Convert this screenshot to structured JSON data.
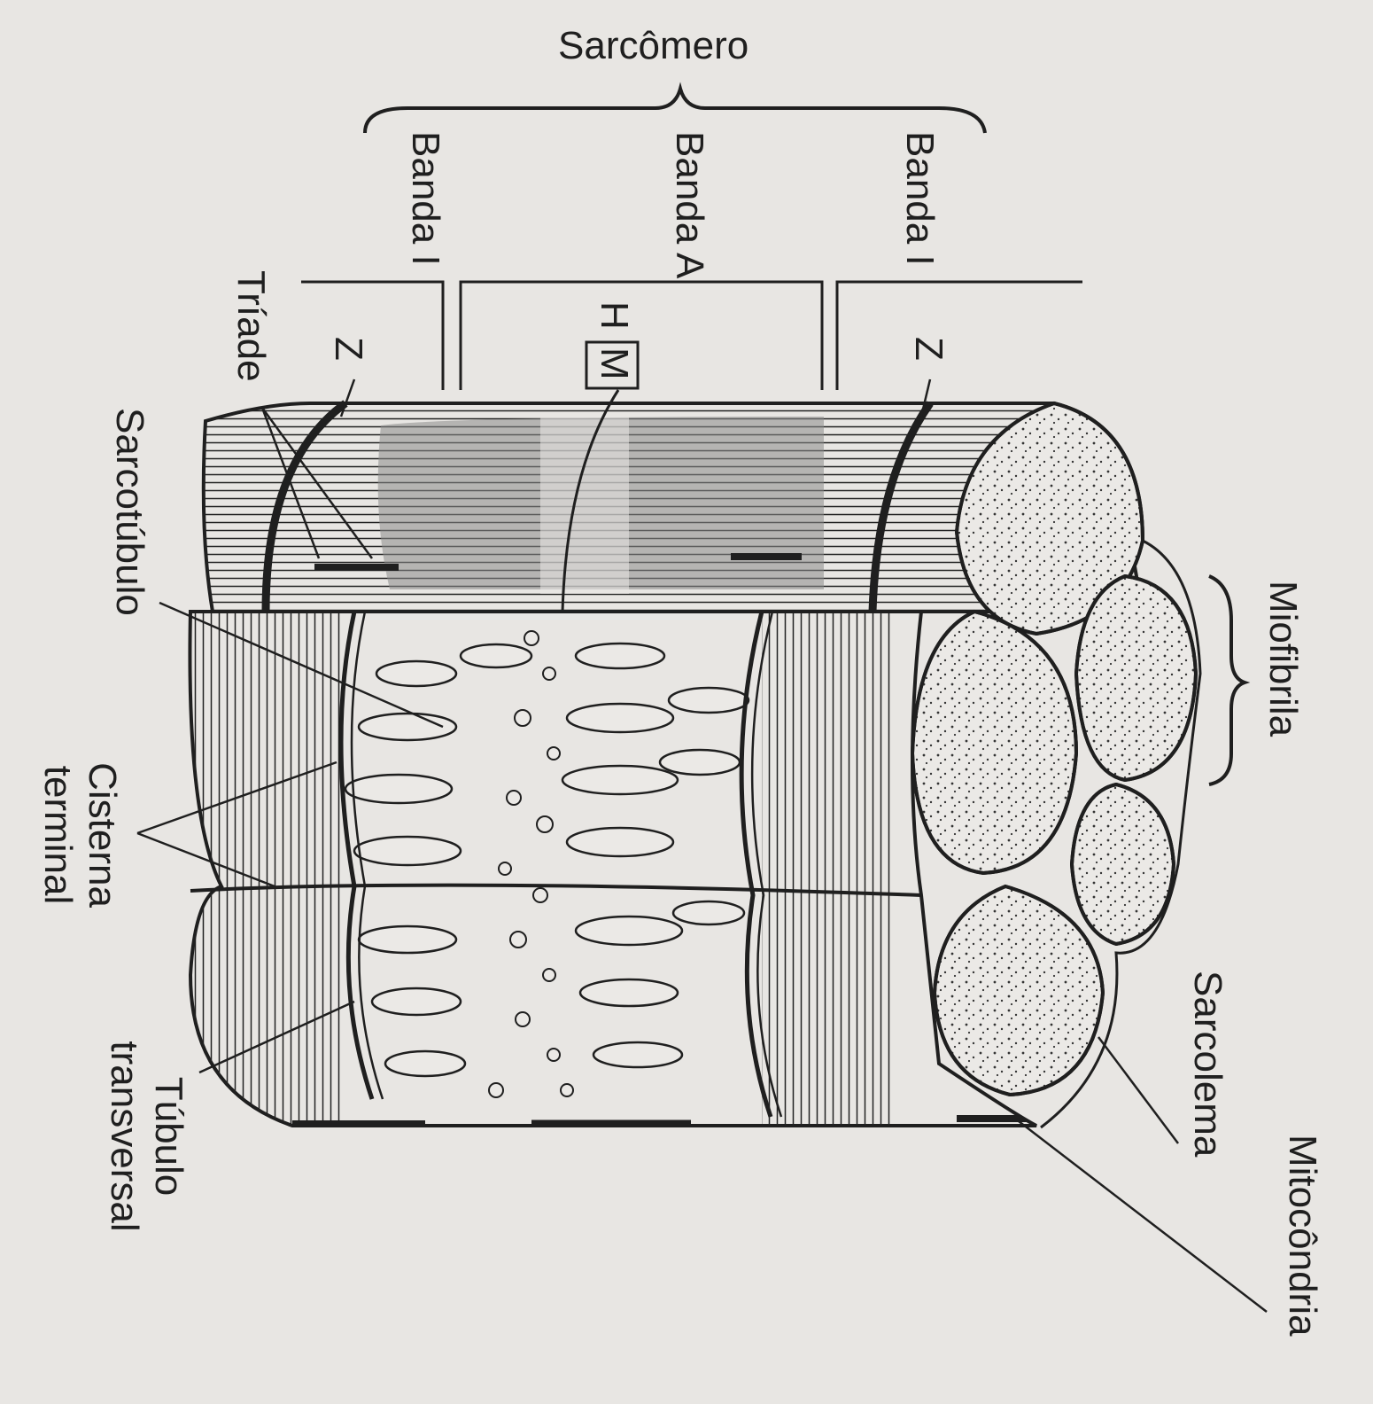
{
  "colors": {
    "background": "#e8e6e3",
    "ink": "#1f1f1f",
    "shading": "#8a8a8a",
    "granule_fill": "#ebe9e6"
  },
  "labels": {
    "sarcomere": "Sarcômero",
    "band_i_left": "Banda I",
    "band_a": "Banda A",
    "band_i_right": "Banda I",
    "band_h": "H",
    "band_m": "M",
    "z_left": "Z",
    "z_right": "Z",
    "triad": "Tríade",
    "sarcotubule": "Sarcotúbulo",
    "terminal_cisterna": "Cisterna terminal",
    "t_tubule": "Túbulo transversal",
    "myofibril": "Miofibrila",
    "sarcolemma": "Sarcolema",
    "mitochondrion": "Mitocôndria"
  }
}
